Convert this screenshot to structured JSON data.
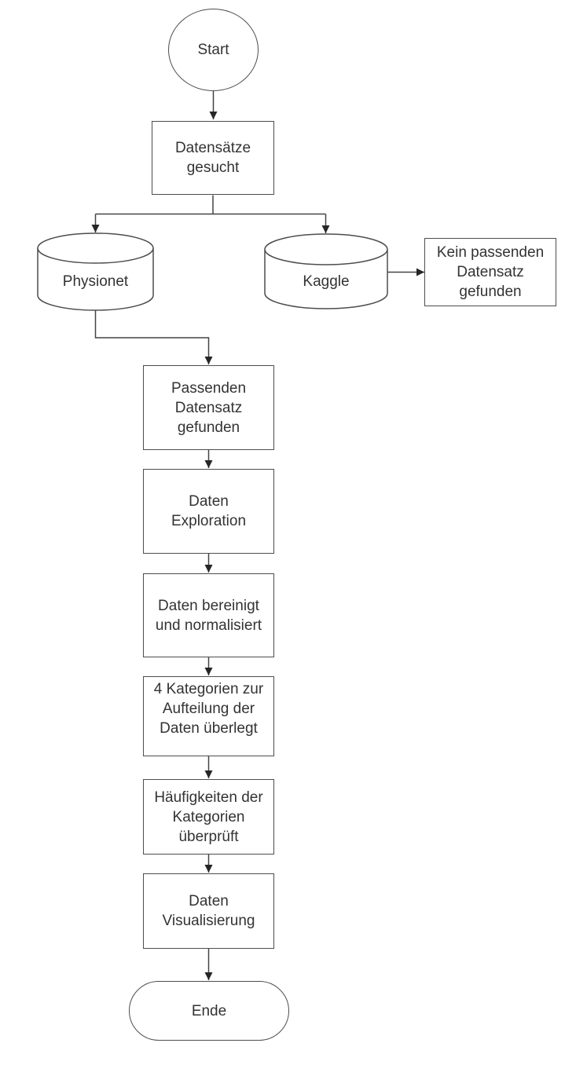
{
  "diagram": {
    "type": "flowchart",
    "language": "de",
    "colors": {
      "background": "#ffffff",
      "node_fill": "#ffffff",
      "node_stroke": "#4d4d4d",
      "edge_stroke": "#444444",
      "arrowhead_fill": "#262626",
      "text": "#333333"
    },
    "nodes": {
      "start": {
        "shape": "circle-terminator",
        "label": "Start"
      },
      "search_datasets": {
        "shape": "process",
        "label": [
          "Datensätze",
          "gesucht"
        ]
      },
      "physionet": {
        "shape": "database-cylinder",
        "label": "Physionet"
      },
      "kaggle": {
        "shape": "database-cylinder",
        "label": "Kaggle"
      },
      "no_dataset_found": {
        "shape": "process",
        "label": [
          "Kein passenden",
          "Datensatz",
          "gefunden"
        ]
      },
      "dataset_found": {
        "shape": "process",
        "label": [
          "Passenden",
          "Datensatz",
          "gefunden"
        ]
      },
      "data_exploration": {
        "shape": "process",
        "label": [
          "Daten",
          "Exploration"
        ]
      },
      "data_cleaned": {
        "shape": "process",
        "label": [
          "Daten bereinigt",
          "und normalisiert"
        ]
      },
      "four_categories": {
        "shape": "process",
        "label": [
          "4 Kategorien zur",
          "Aufteilung der",
          "Daten überlegt"
        ]
      },
      "frequencies_checked": {
        "shape": "process",
        "label": [
          "Häufigkeiten der",
          "Kategorien",
          "überprüft"
        ]
      },
      "data_visualization": {
        "shape": "process",
        "label": [
          "Daten",
          "Visualisierung"
        ]
      },
      "end": {
        "shape": "stadium-terminator",
        "label": "Ende"
      }
    },
    "edges": [
      {
        "from": "start",
        "to": "search_datasets",
        "arrow": true
      },
      {
        "from": "search_datasets",
        "to": "physionet",
        "arrow": true
      },
      {
        "from": "search_datasets",
        "to": "kaggle",
        "arrow": true
      },
      {
        "from": "kaggle",
        "to": "no_dataset_found",
        "arrow": true
      },
      {
        "from": "physionet",
        "to": "dataset_found",
        "arrow": true
      },
      {
        "from": "dataset_found",
        "to": "data_exploration",
        "arrow": true
      },
      {
        "from": "data_exploration",
        "to": "data_cleaned",
        "arrow": true
      },
      {
        "from": "data_cleaned",
        "to": "four_categories",
        "arrow": true
      },
      {
        "from": "four_categories",
        "to": "frequencies_checked",
        "arrow": true
      },
      {
        "from": "frequencies_checked",
        "to": "data_visualization",
        "arrow": true
      },
      {
        "from": "data_visualization",
        "to": "end",
        "arrow": true
      }
    ]
  }
}
